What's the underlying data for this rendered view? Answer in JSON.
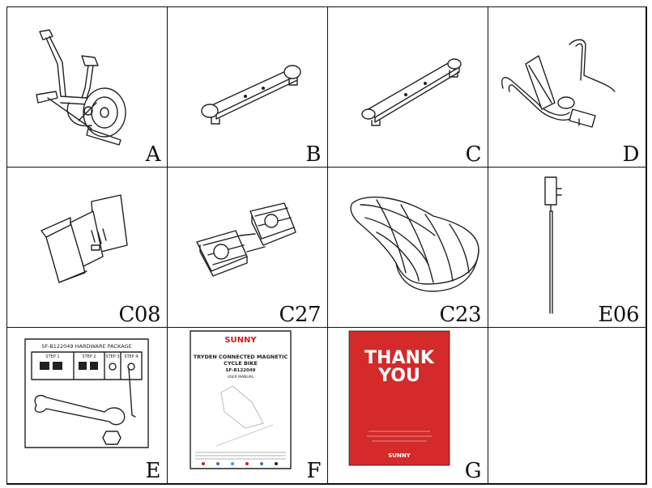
{
  "parts": [
    {
      "label": "A",
      "icon": "exercise-bike-frame"
    },
    {
      "label": "B",
      "icon": "front-stabilizer"
    },
    {
      "label": "C",
      "icon": "rear-stabilizer"
    },
    {
      "label": "D",
      "icon": "handlebar"
    },
    {
      "label": "C08",
      "icon": "tablet-holder"
    },
    {
      "label": "C27",
      "icon": "pedals"
    },
    {
      "label": "C23",
      "icon": "seat"
    },
    {
      "label": "E06",
      "icon": "power-adapter"
    },
    {
      "label": "E",
      "icon": "hardware-package"
    },
    {
      "label": "F",
      "icon": "user-manual"
    },
    {
      "label": "G",
      "icon": "thank-you-card"
    },
    {
      "label": "",
      "icon": ""
    }
  ],
  "hardware": {
    "title": "SF-B122049 HARDWARE PACKAGE",
    "step1": "STEP 1",
    "step2": "STEP 2",
    "step3": "STEP 3",
    "step4": "STEP 4"
  },
  "manual": {
    "brand": "SUNNY",
    "title_line1": "TRYDEN CONNECTED MAGNETIC",
    "title_line2": "CYCLE BIKE",
    "model": "SF-B122049",
    "doc": "USER MANUAL"
  },
  "thanks": {
    "line1": "THANK",
    "line2": "YOU",
    "brand": "SUNNY",
    "colors": {
      "card": "#d42a2a",
      "text": "#ffffff"
    }
  }
}
